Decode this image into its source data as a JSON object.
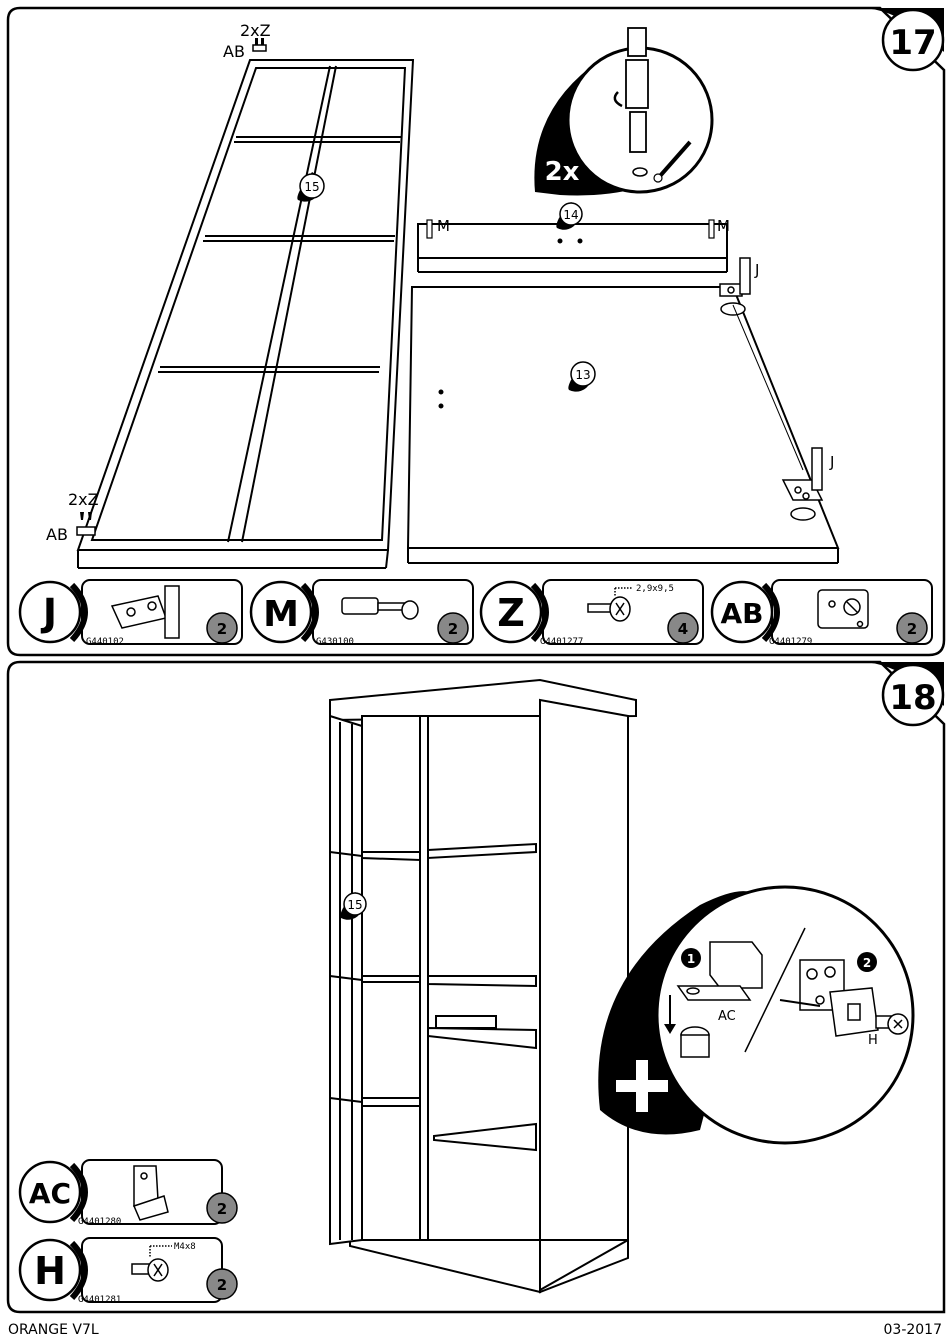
{
  "steps": [
    {
      "number": "17",
      "callouts": {
        "panel_15": "15",
        "panel_14": "14",
        "panel_13": "13",
        "qty_top": "2xZ",
        "ab_top": "AB",
        "qty_bottom": "2xZ",
        "ab_bottom": "AB",
        "m_left": "M",
        "m_right": "M",
        "j_top": "J",
        "j_bottom": "J",
        "detail_qty": "2x"
      },
      "parts": [
        {
          "letter": "J",
          "code": "G440102",
          "qty": "2",
          "spec": ""
        },
        {
          "letter": "M",
          "code": "G430100",
          "qty": "2",
          "spec": ""
        },
        {
          "letter": "Z",
          "code": "G4401277",
          "qty": "4",
          "spec": "2,9x9,5"
        },
        {
          "letter": "AB",
          "code": "G4401279",
          "qty": "2",
          "spec": ""
        }
      ]
    },
    {
      "number": "18",
      "callouts": {
        "panel_15": "15",
        "step_1": "1",
        "step_2": "2",
        "ac_label": "AC",
        "h_label": "H"
      },
      "parts": [
        {
          "letter": "AC",
          "code": "G4401280",
          "qty": "2",
          "spec": ""
        },
        {
          "letter": "H",
          "code": "G4401281",
          "qty": "2",
          "spec": "M4x8"
        }
      ]
    }
  ],
  "footer": {
    "left": "ORANGE V7L",
    "right": "03-2017"
  }
}
